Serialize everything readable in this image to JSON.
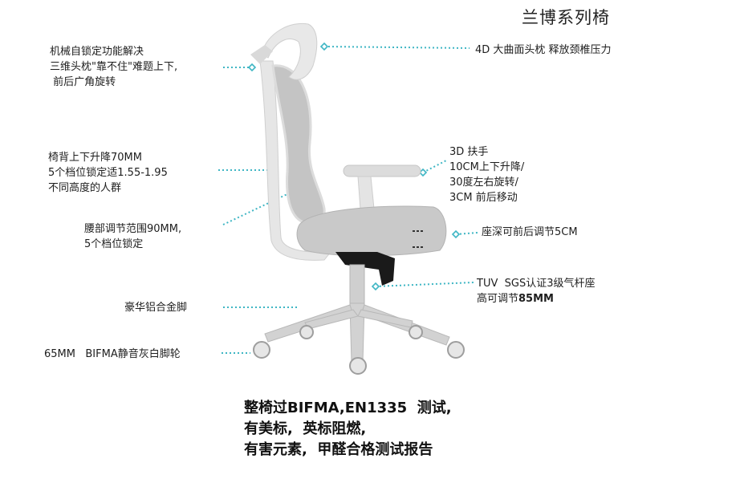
{
  "title": "兰博系列椅",
  "labels": {
    "headrest_lock": "机械自锁定功能解决\n三维头枕\"靠不住\"难题上下,\n 前后广角旋转",
    "headrest_curve": "4D 大曲面头枕 释放颈椎压力",
    "backrest_lift": "椅背上下升降70MM\n5个档位锁定适1.55-1.95\n不同高度的人群",
    "armrest": "3D 扶手\n10CM上下升降/\n30度左右旋转/\n3CM 前后移动",
    "lumbar": "腰部调节范围90MM,\n5个档位锁定",
    "seat_depth": "座深可前后调节5CM",
    "gas_lift_line1": "TUV  SGS认证3级气杆座",
    "gas_lift_line2_prefix": "高可调节",
    "gas_lift_line2_value": "85MM",
    "base": "豪华铝合金脚",
    "casters": "65MM   BIFMA静音灰白脚轮"
  },
  "footer": "整椅过BIFMA,EN1335  测试,\n有美标,  英标阻燃,\n有害元素,  甲醛合格测试报告",
  "colors": {
    "leader": "#3fb6c4",
    "frame": "#e6e6e6",
    "mesh": "#bdbdbd",
    "metal": "#d2d2d2",
    "mechanism": "#1a1a1a"
  }
}
